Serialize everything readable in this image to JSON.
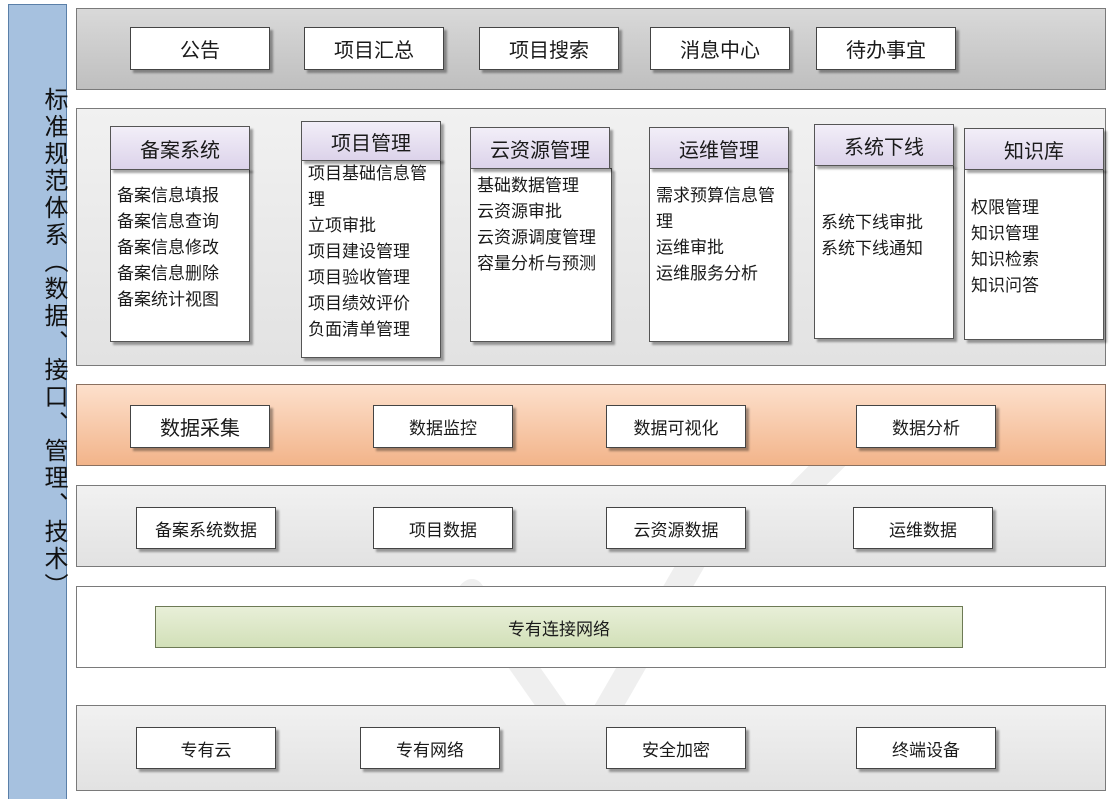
{
  "sidebar": {
    "title": "标准规范体系（数据、接口、管理、技术）"
  },
  "top_nav": {
    "items": [
      "公告",
      "项目汇总",
      "项目搜索",
      "消息中心",
      "待办事宜"
    ]
  },
  "modules": [
    {
      "title": "备案系统",
      "items": [
        "备案信息填报",
        "备案信息查询",
        "备案信息修改",
        "备案信息删除",
        "备案统计视图"
      ]
    },
    {
      "title": "项目管理",
      "items": [
        "项目基础信息管理",
        "立项审批",
        "项目建设管理",
        "项目验收管理",
        "项目绩效评价",
        "负面清单管理"
      ]
    },
    {
      "title": "云资源管理",
      "items": [
        "基础数据管理",
        "云资源审批",
        "云资源调度管理",
        "容量分析与预测"
      ]
    },
    {
      "title": "运维管理",
      "items": [
        "需求预算信息管理",
        "运维审批",
        "运维服务分析"
      ]
    },
    {
      "title": "系统下线",
      "items": [
        "系统下线审批",
        "系统下线通知"
      ]
    },
    {
      "title": "知识库",
      "items": [
        "权限管理",
        "知识管理",
        "知识检索",
        "知识问答"
      ]
    }
  ],
  "data_layer": {
    "items": [
      "数据采集",
      "数据监控",
      "数据可视化",
      "数据分析"
    ]
  },
  "data_store": {
    "items": [
      "备案系统数据",
      "项目数据",
      "云资源数据",
      "运维数据"
    ]
  },
  "network": {
    "label": "专有连接网络"
  },
  "infra": {
    "items": [
      "专有云",
      "专有网络",
      "安全加密",
      "终端设备"
    ]
  },
  "colors": {
    "sidebar": "#a6c1df",
    "data_layer": "#f2b48a",
    "network_bar": "#d2e0b8",
    "module_title": "#dcd3ea"
  }
}
